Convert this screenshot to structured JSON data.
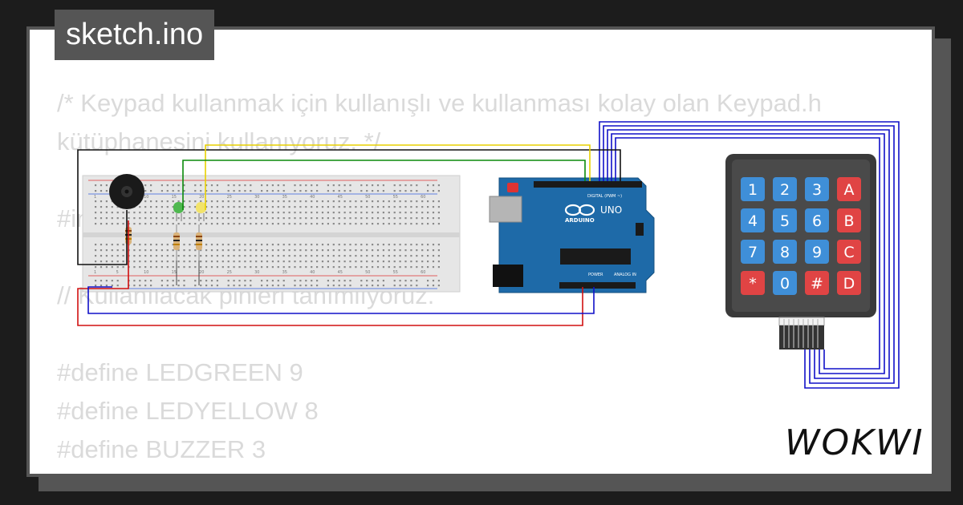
{
  "header": {
    "filename": "sketch.ino"
  },
  "code": {
    "lines": [
      "/* Keypad kullanmak için kullanışlı ve kullanması kolay olan Keypad.h",
      "kütüphanesini kullanıyoruz. */",
      "",
      "#include <Keypad.h>",
      "",
      "// Kullanılacak pinleri tanımlıyoruz.",
      "",
      "#define LEDGREEN 9",
      "#define LEDYELLOW 8",
      "#define BUZZER 3"
    ]
  },
  "arduino": {
    "model_label": "UNO",
    "brand_label": "ARDUINO",
    "digital_label": "DIGITAL (PWM ~)",
    "power_label": "POWER",
    "analog_label": "ANALOG IN"
  },
  "keypad": {
    "keys": [
      "1",
      "2",
      "3",
      "A",
      "4",
      "5",
      "6",
      "B",
      "7",
      "8",
      "9",
      "C",
      "*",
      "0",
      "#",
      "D"
    ],
    "colors": {
      "number": "#3f8fd8",
      "letter": "#e04444",
      "symbol": "#e04444"
    }
  },
  "breadboard": {
    "column_numbers": [
      "1",
      "5",
      "10",
      "15",
      "20",
      "25",
      "30",
      "35",
      "40",
      "45",
      "50",
      "55",
      "60"
    ]
  },
  "brand": {
    "logo_text": "WOKWI"
  },
  "colors": {
    "background": "#1c1c1c",
    "card": "#ffffff",
    "tab": "#555555",
    "code_text": "#dadada",
    "board_blue": "#1e6aa8",
    "wire_blue": "#1010c8",
    "wire_red": "#d01010",
    "wire_green": "#0a8a0a",
    "wire_yellow": "#e8d000",
    "wire_black": "#111111"
  }
}
